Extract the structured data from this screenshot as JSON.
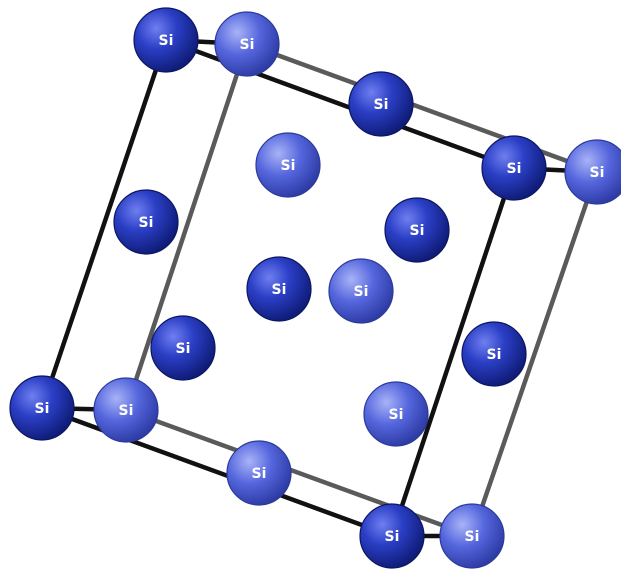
{
  "atoms": [
    {
      "id": "front-top-left",
      "label": "Si",
      "layer": "front"
    },
    {
      "id": "back-top-left",
      "label": "Si",
      "layer": "back"
    },
    {
      "id": "top-edge",
      "label": "Si",
      "layer": "front"
    },
    {
      "id": "front-top-right",
      "label": "Si",
      "layer": "front"
    },
    {
      "id": "back-top-right",
      "label": "Si",
      "layer": "back"
    },
    {
      "id": "interior-upper",
      "label": "Si",
      "layer": "back"
    },
    {
      "id": "left-face",
      "label": "Si",
      "layer": "front"
    },
    {
      "id": "interior-right-upper",
      "label": "Si",
      "layer": "front"
    },
    {
      "id": "center-dark",
      "label": "Si",
      "layer": "front"
    },
    {
      "id": "center-light",
      "label": "Si",
      "layer": "back"
    },
    {
      "id": "interior-left-lower",
      "label": "Si",
      "layer": "front"
    },
    {
      "id": "right-face",
      "label": "Si",
      "layer": "front"
    },
    {
      "id": "front-bottom-left",
      "label": "Si",
      "layer": "front"
    },
    {
      "id": "back-bottom-left",
      "label": "Si",
      "layer": "back"
    },
    {
      "id": "interior-lower-right",
      "label": "Si",
      "layer": "back"
    },
    {
      "id": "bottom-edge",
      "label": "Si",
      "layer": "back"
    },
    {
      "id": "front-bottom-right",
      "label": "Si",
      "layer": "front"
    },
    {
      "id": "back-bottom-right",
      "label": "Si",
      "layer": "back"
    }
  ],
  "colors": {
    "front_atom": "#1c2fb0",
    "front_atom_highlight": "#5566e0",
    "back_atom": "#4a5ad8",
    "back_atom_highlight": "#8f9cf2",
    "front_bond": "#111111",
    "back_bond": "#5a5a5a",
    "label_front": "#ffffff",
    "label_back": "#ffffff"
  }
}
